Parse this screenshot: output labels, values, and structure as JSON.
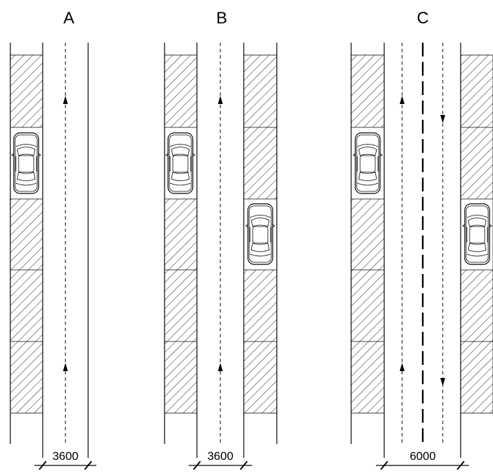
{
  "panels": [
    {
      "label": "A",
      "dimension": "3600",
      "layout": "one-way-single-side-parking"
    },
    {
      "label": "B",
      "dimension": "3600",
      "layout": "one-way-double-side-parking"
    },
    {
      "label": "C",
      "dimension": "6000",
      "layout": "two-way-double-side-parking"
    }
  ],
  "icons": {
    "car": "car-top-view-icon",
    "arrow_up": "arrow-up-icon",
    "arrow_down": "arrow-down-icon"
  }
}
